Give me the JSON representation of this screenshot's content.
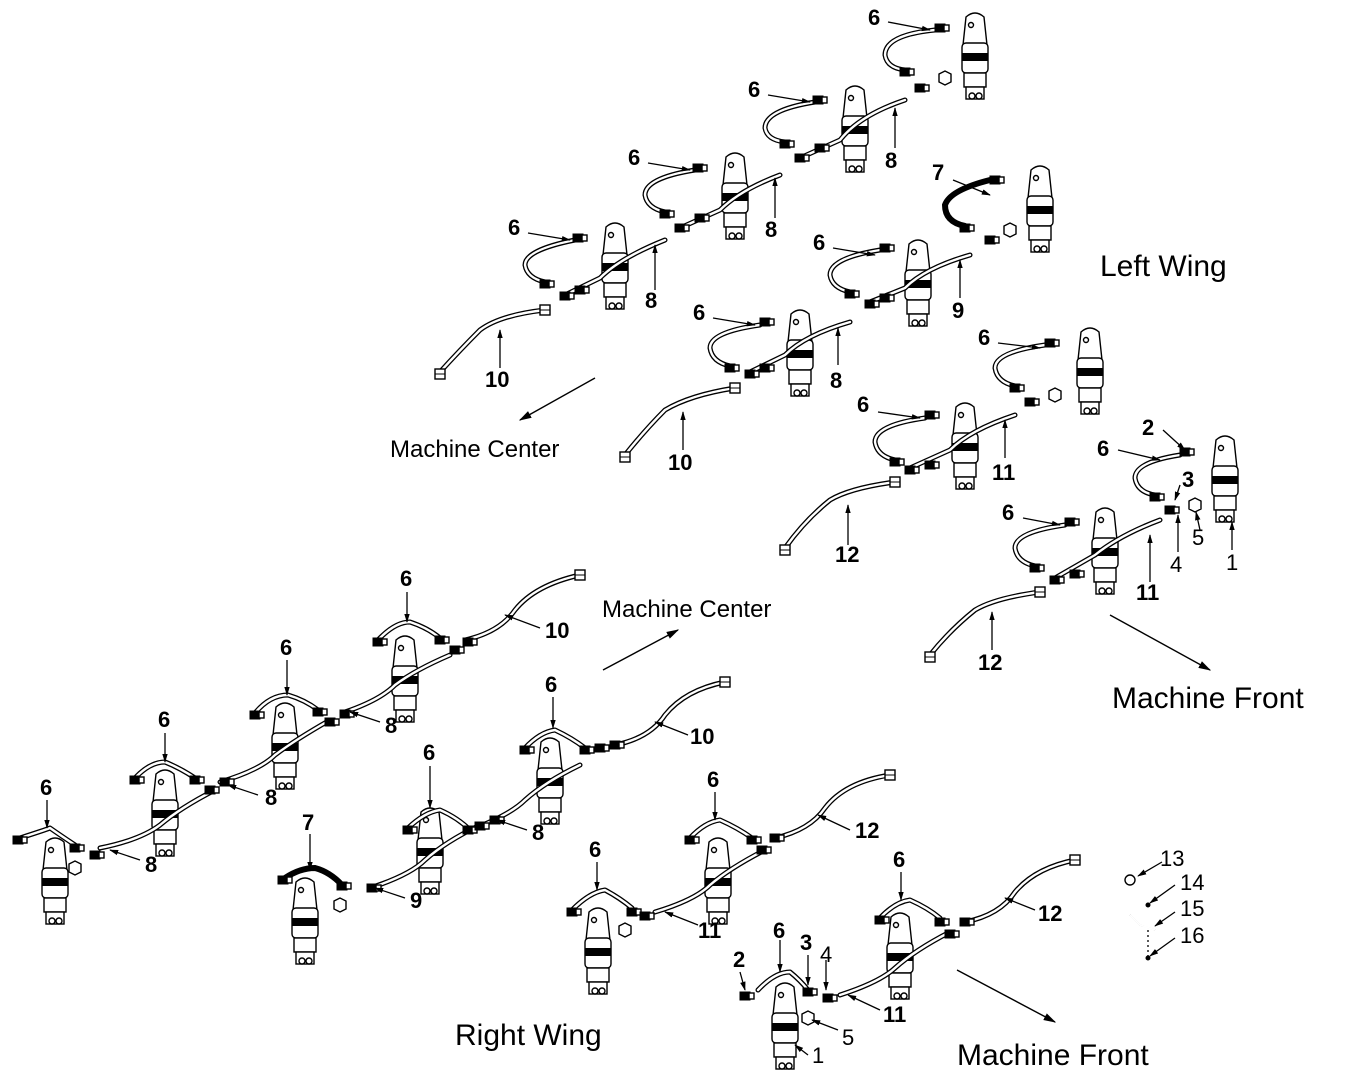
{
  "areas": {
    "left_wing": "Left Wing",
    "right_wing": "Right Wing"
  },
  "directions": {
    "machine_center_upper": "Machine Center",
    "machine_center_lower": "Machine Center",
    "machine_front_upper": "Machine Front",
    "machine_front_lower": "Machine Front"
  },
  "callouts": {
    "n1": "1",
    "n2": "2",
    "n3": "3",
    "n4": "4",
    "n5": "5",
    "n6": "6",
    "n7": "7",
    "n8": "8",
    "n9": "9",
    "n10": "10",
    "n11": "11",
    "n12": "12",
    "n13": "13",
    "n14": "14",
    "n15": "15",
    "n16": "16"
  }
}
